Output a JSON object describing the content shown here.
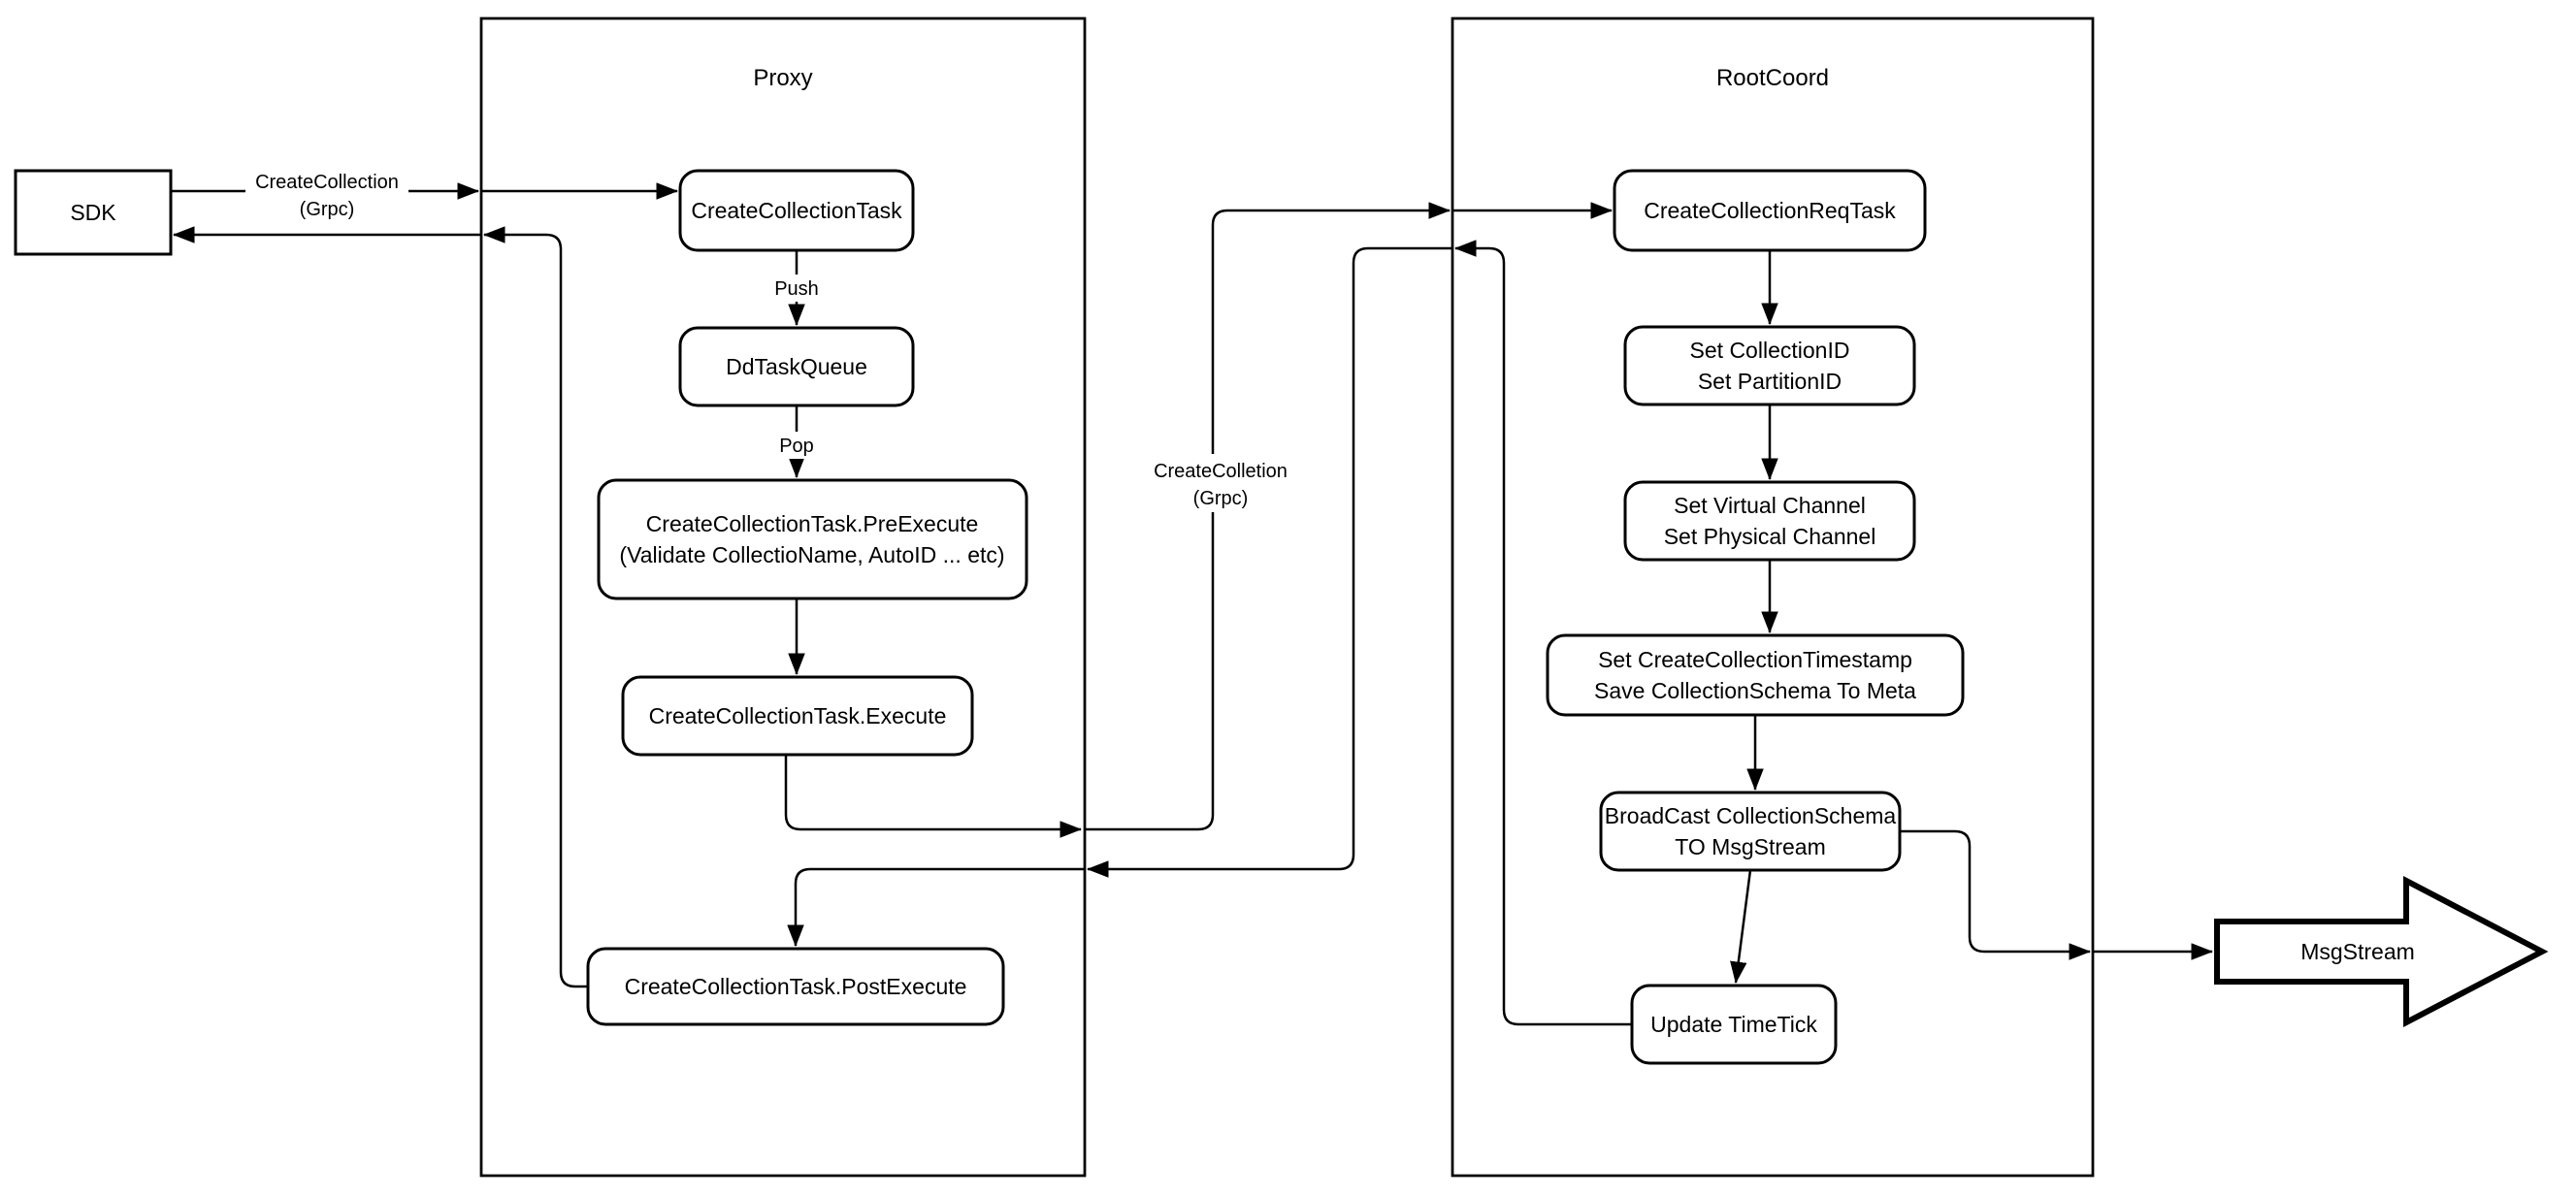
{
  "colors": {
    "stroke": "#000000",
    "fill": "#ffffff",
    "text": "#000000"
  },
  "containers": {
    "proxy": {
      "title": "Proxy"
    },
    "rootcoord": {
      "title": "RootCoord"
    }
  },
  "nodes": {
    "sdk": {
      "label": "SDK"
    },
    "create_collection_task": {
      "label": "CreateCollectionTask"
    },
    "dd_task_queue": {
      "label": "DdTaskQueue"
    },
    "pre_execute": {
      "line1": "CreateCollectionTask.PreExecute",
      "line2": "(Validate CollectioName, AutoID ... etc)"
    },
    "execute": {
      "label": "CreateCollectionTask.Execute"
    },
    "post_execute": {
      "label": "CreateCollectionTask.PostExecute"
    },
    "req_task": {
      "label": "CreateCollectionReqTask"
    },
    "set_ids": {
      "line1": "Set CollectionID",
      "line2": "Set PartitionID"
    },
    "set_channels": {
      "line1": "Set Virtual Channel",
      "line2": "Set Physical Channel"
    },
    "set_timestamp": {
      "line1": "Set CreateCollectionTimestamp",
      "line2": "Save CollectionSchema To Meta"
    },
    "broadcast": {
      "line1": "BroadCast CollectionSchema",
      "line2": "TO MsgStream"
    },
    "update_timetick": {
      "label": "Update TimeTick"
    },
    "msgstream": {
      "label": "MsgStream"
    }
  },
  "edge_labels": {
    "sdk_grpc": {
      "line1": "CreateCollection",
      "line2": "(Grpc)"
    },
    "push": {
      "label": "Push"
    },
    "pop": {
      "label": "Pop"
    },
    "proxy_grpc": {
      "line1": "CreateColletion",
      "line2": "(Grpc)"
    }
  }
}
